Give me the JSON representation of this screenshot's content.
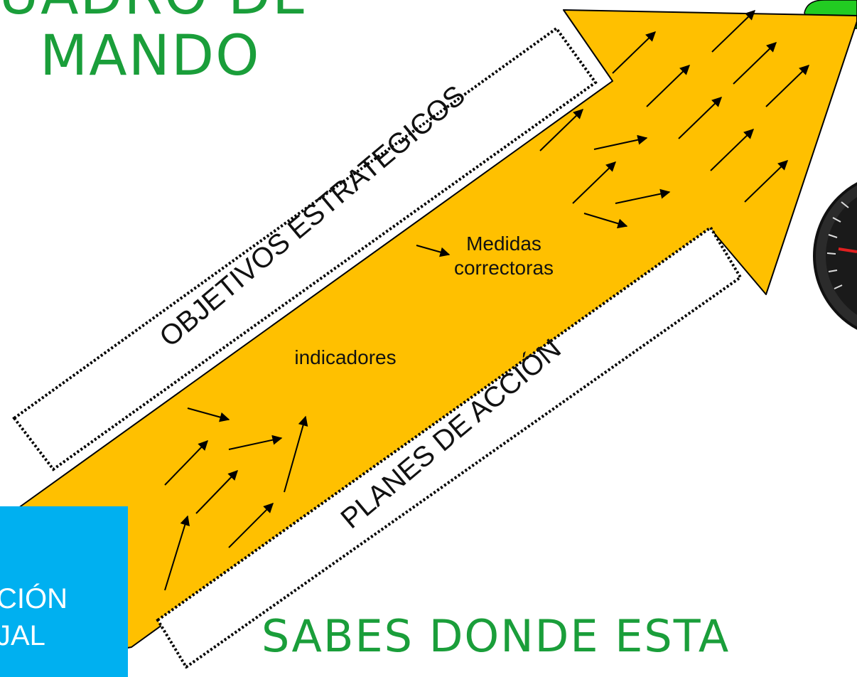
{
  "titles": {
    "top_partial": "UADRO DE",
    "mando": "MANDO",
    "bottom": "SABES DONDE ESTA"
  },
  "labels": {
    "objetivos": "OBJETIVOS ESTRATEGICOS",
    "planes": "PLANES DE ACCIÓN",
    "medidas": "Medidas correctoras",
    "indicadores": "indicadores"
  },
  "blue_box": {
    "line1": "CIÓN",
    "line2": "JAL"
  },
  "colors": {
    "arrow_fill": "#ffc000",
    "title_green": "#1a9e3a",
    "box_blue": "#00b0f0",
    "corner_green": "#22cc22"
  },
  "icons": {
    "gauge": "speedometer-icon",
    "small_arrows": "arrow-icon"
  }
}
